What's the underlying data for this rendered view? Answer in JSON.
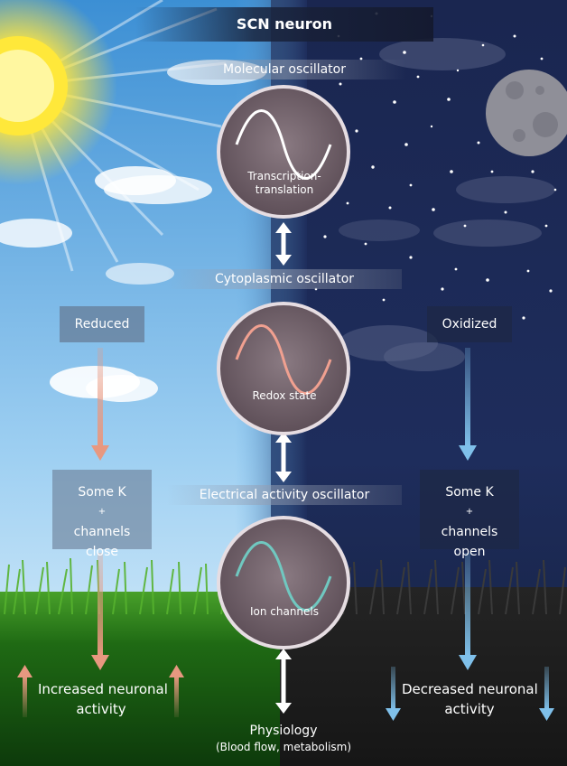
{
  "title": "SCN neuron",
  "oscillators": {
    "molecular": "Molecular oscillator",
    "cytoplasmic": "Cytoplasmic oscillator",
    "electrical": "Electrical activity oscillator"
  },
  "circles": {
    "transcription_line1": "Transcription-",
    "transcription_line2": "translation",
    "redox": "Redox state",
    "ion": "Ion channels"
  },
  "day": {
    "state": "Reduced",
    "channels_line1": "Some K",
    "channels_sup": "+",
    "channels_line2": "channels",
    "channels_line3": "close",
    "outcome_line1": "Increased neuronal",
    "outcome_line2": "activity"
  },
  "night": {
    "state": "Oxidized",
    "channels_line1": "Some K",
    "channels_sup": "+",
    "channels_line2": "channels",
    "channels_line3": "open",
    "outcome_line1": "Decreased neuronal",
    "outcome_line2": "activity"
  },
  "physiology": {
    "label": "Physiology",
    "sub": "(Blood flow, metabolism)"
  },
  "colors": {
    "day_sky": "#5aa6e0",
    "night_sky": "#1c2a55",
    "sun": "#ffe640",
    "moon": "#8f8f98",
    "grass": "#3a8a1c",
    "day_arrow": "#e89880",
    "night_arrow": "#7fc0ea",
    "circle_fill": "#7a6a72",
    "wave_white": "#ffffff",
    "wave_salmon": "#f0a090",
    "wave_teal": "#70c8c0"
  }
}
